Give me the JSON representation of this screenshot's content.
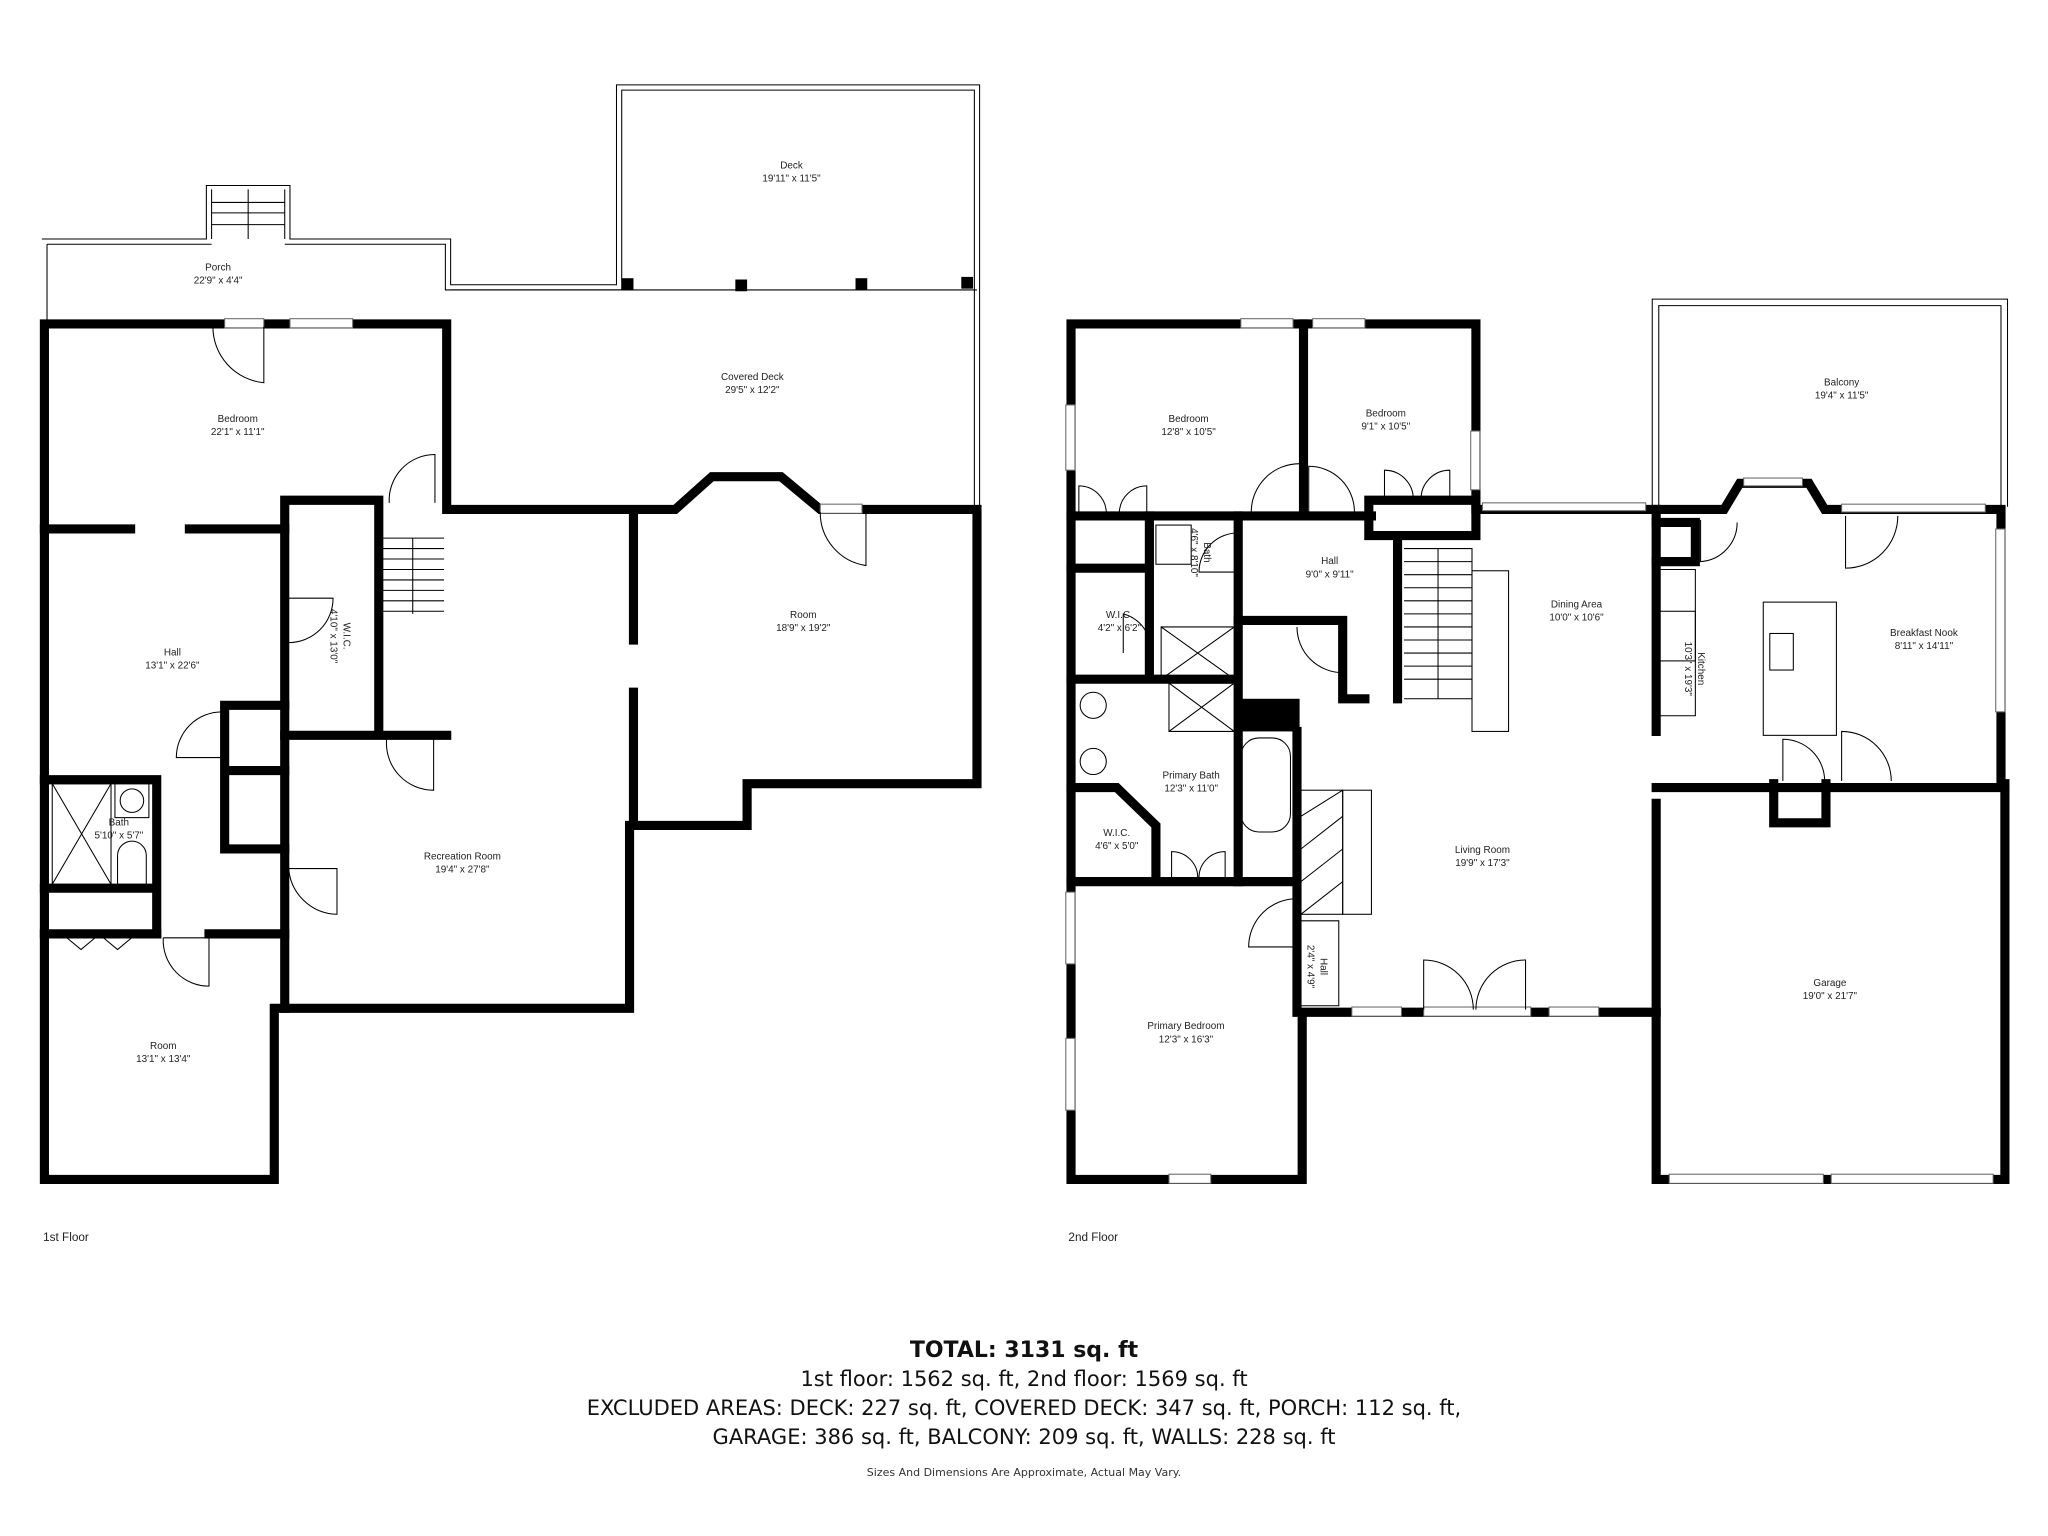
{
  "floors": {
    "first": {
      "label": "1st Floor",
      "rooms": [
        {
          "id": "porch",
          "name": "Porch",
          "dims": "22'9\" x 4'4\""
        },
        {
          "id": "deck",
          "name": "Deck",
          "dims": "19'11\" x 11'5\""
        },
        {
          "id": "covered_deck",
          "name": "Covered Deck",
          "dims": "29'5\" x 12'2\""
        },
        {
          "id": "bedroom",
          "name": "Bedroom",
          "dims": "22'1\" x 11'1\""
        },
        {
          "id": "hall",
          "name": "Hall",
          "dims": "13'1\" x 22'6\""
        },
        {
          "id": "wic",
          "name": "W.I.C.",
          "dims": "4'10\" x 13'0\""
        },
        {
          "id": "room_right",
          "name": "Room",
          "dims": "18'9\" x 19'2\""
        },
        {
          "id": "bath",
          "name": "Bath",
          "dims": "5'10\" x 5'7\""
        },
        {
          "id": "recreation",
          "name": "Recreation Room",
          "dims": "19'4\" x 27'8\""
        },
        {
          "id": "room_bottom",
          "name": "Room",
          "dims": "13'1\" x 13'4\""
        }
      ]
    },
    "second": {
      "label": "2nd Floor",
      "rooms": [
        {
          "id": "bedroom1",
          "name": "Bedroom",
          "dims": "12'8\" x 10'5\""
        },
        {
          "id": "bedroom2",
          "name": "Bedroom",
          "dims": "9'1\" x 10'5\""
        },
        {
          "id": "bath",
          "name": "Bath",
          "dims": "4'6\" x 8'10\""
        },
        {
          "id": "hall",
          "name": "Hall",
          "dims": "9'0\" x 9'11\""
        },
        {
          "id": "wic1",
          "name": "W.I.C.",
          "dims": "4'2\" x 6'2\""
        },
        {
          "id": "dining",
          "name": "Dining Area",
          "dims": "10'0\" x 10'6\""
        },
        {
          "id": "kitchen",
          "name": "Kitchen",
          "dims": "10'3\" x 19'3\""
        },
        {
          "id": "nook",
          "name": "Breakfast Nook",
          "dims": "8'11\" x 14'11\""
        },
        {
          "id": "balcony",
          "name": "Balcony",
          "dims": "19'4\" x 11'5\""
        },
        {
          "id": "primary_bath",
          "name": "Primary Bath",
          "dims": "12'3\" x 11'0\""
        },
        {
          "id": "wic2",
          "name": "W.I.C.",
          "dims": "4'6\" x 5'0\""
        },
        {
          "id": "living",
          "name": "Living Room",
          "dims": "19'9\" x 17'3\""
        },
        {
          "id": "hall_small",
          "name": "Hall",
          "dims": "2'4\" x 4'9\""
        },
        {
          "id": "primary_bedroom",
          "name": "Primary Bedroom",
          "dims": "12'3\" x 16'3\""
        },
        {
          "id": "garage",
          "name": "Garage",
          "dims": "19'0\" x 21'7\""
        }
      ]
    }
  },
  "summary": {
    "total": "TOTAL: 3131 sq. ft",
    "floors_line": "1st floor: 1562 sq. ft, 2nd floor: 1569 sq. ft",
    "excluded_line1": "EXCLUDED AREAS: DECK: 227 sq. ft, COVERED DECK: 347 sq. ft, PORCH: 112 sq. ft,",
    "excluded_line2": "GARAGE: 386 sq. ft, BALCONY: 209 sq. ft, WALLS: 228 sq. ft",
    "disclaimer": "Sizes And Dimensions Are Approximate, Actual May Vary."
  },
  "colors": {
    "walls": "#000000",
    "background": "#ffffff"
  }
}
